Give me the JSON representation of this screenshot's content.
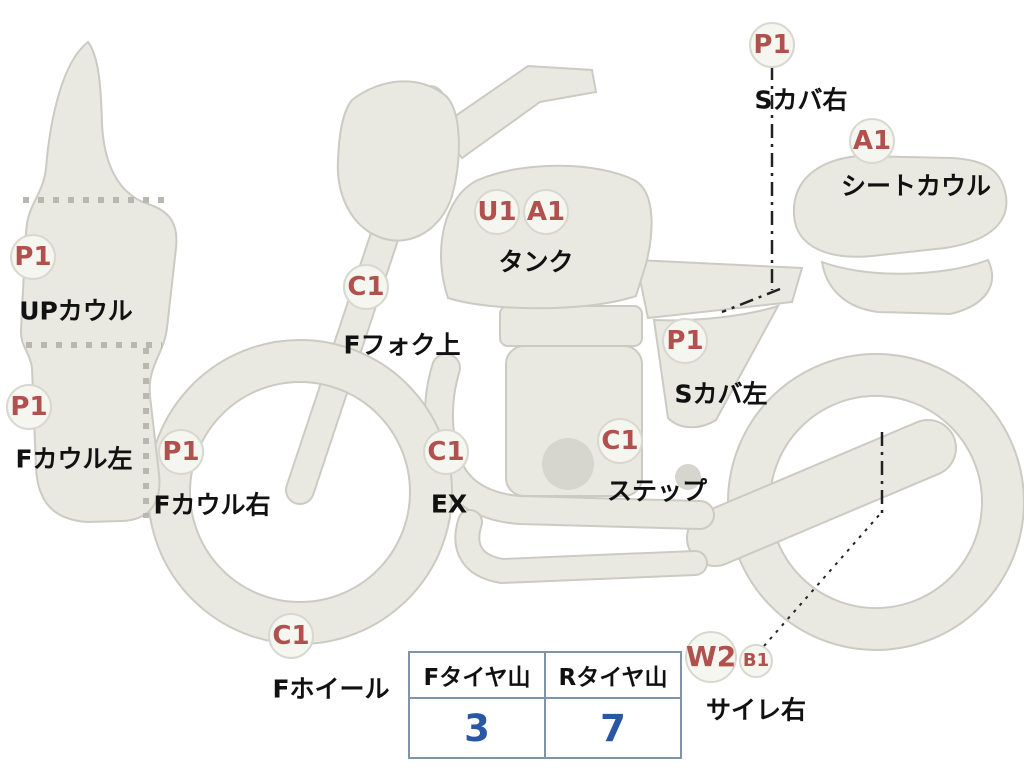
{
  "annotations": {
    "scover_right": {
      "code": "P1",
      "label": "Sカバ右"
    },
    "seat_cowl": {
      "code": "A1",
      "label": "シートカウル"
    },
    "tank": {
      "code_1": "U1",
      "code_2": "A1",
      "label": "タンク"
    },
    "f_fork_upper": {
      "code": "C1",
      "label": "Fフォク上"
    },
    "up_cowl": {
      "code": "P1",
      "label": "UPカウル"
    },
    "f_cowl_left": {
      "code": "P1",
      "label": "Fカウル左"
    },
    "f_cowl_right": {
      "code": "P1",
      "label": "Fカウル右"
    },
    "ex": {
      "code": "C1",
      "label": "EX"
    },
    "step": {
      "code": "C1",
      "label": "ステップ"
    },
    "scover_left": {
      "code": "P1",
      "label": "Sカバ左"
    },
    "f_wheel": {
      "code": "C1",
      "label": "Fホイール"
    },
    "silencer_right": {
      "code_1": "W2",
      "code_2": "B1",
      "label": "サイレ右"
    }
  },
  "tire_table": {
    "front_header": "Fタイヤ山",
    "rear_header": "Rタイヤ山",
    "front_value": "3",
    "rear_value": "7"
  },
  "colors": {
    "code_text": "#b0514d",
    "badge_fill": "#f6f6f1",
    "badge_border": "#d8d8d0",
    "bike_fill": "#e9e9e2",
    "bike_stroke": "#cbcbc3",
    "label_text": "#111111",
    "table_border": "#8093a9",
    "tire_value_text": "#2a57a3"
  }
}
